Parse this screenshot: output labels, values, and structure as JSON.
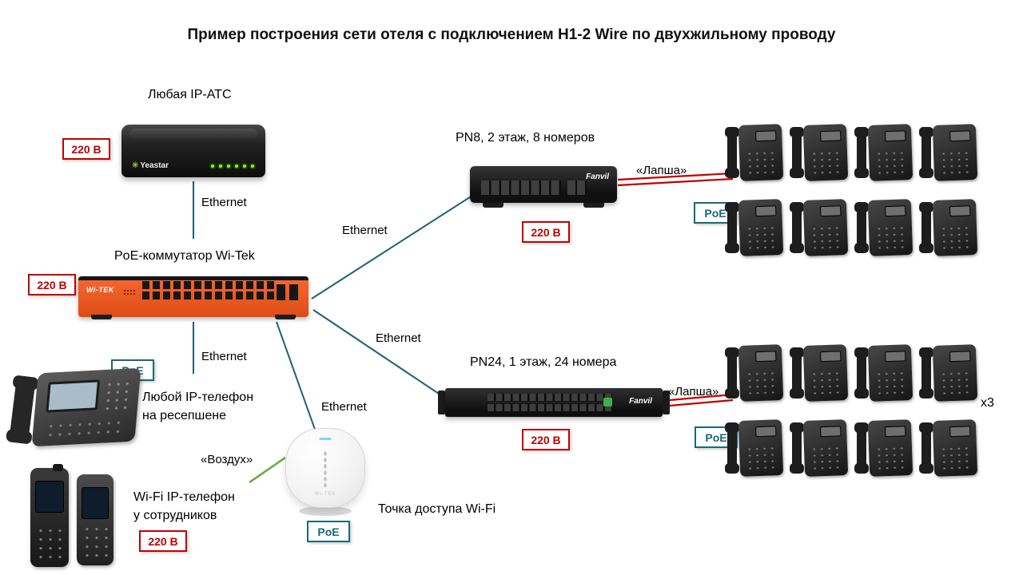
{
  "title": "Пример построения сети отеля с подключением H1-2 Wire по двухжильному проводу",
  "labels": {
    "ethernet": "Ethernet",
    "power": "220 В",
    "poe": "PoE",
    "lapsha": "«Лапша»",
    "air": "«Воздух»",
    "x3": "x3"
  },
  "devices": {
    "pbx": {
      "caption": "Любая IP-АТС",
      "brand": "Yeastar"
    },
    "core_switch": {
      "caption": "PoE-коммутатор Wi-Tek",
      "brand": "Wi-TEK"
    },
    "pn8": {
      "caption": "PN8, 2 этаж, 8 номеров",
      "brand": "Fanvil"
    },
    "pn24": {
      "caption": "PN24, 1 этаж, 24 номера",
      "brand": "Fanvil"
    },
    "reception_phone": {
      "caption_line1": "Любой IP-телефон",
      "caption_line2": "на ресепшене"
    },
    "wifi_phone": {
      "caption_line1": "Wi-Fi IP-телефон",
      "caption_line2": "у сотрудников"
    },
    "access_point": {
      "caption": "Точка доступа Wi-Fi",
      "brand": "WI-TEK"
    }
  },
  "colors": {
    "ethernet_line": "#1f6173",
    "power_red": "#c00000",
    "poe_teal": "#17697a",
    "air_green": "#70ad47",
    "switch_orange": "#e8551f"
  }
}
